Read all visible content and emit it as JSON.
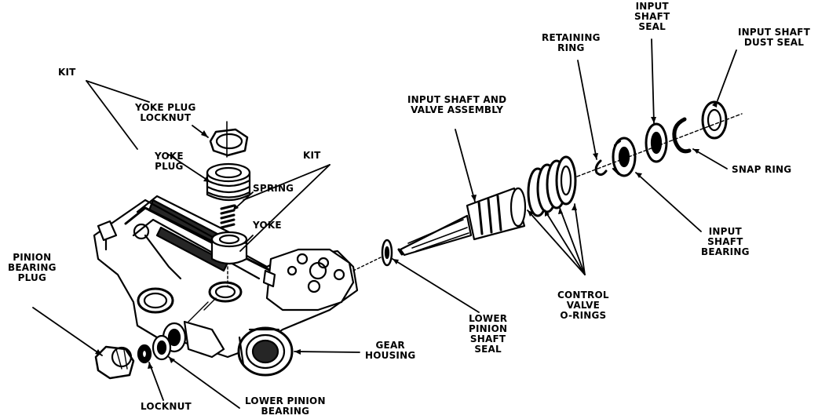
{
  "labels": {
    "kit_1": [
      "KIT"
    ],
    "yoke_plug_locknut": [
      "YOKE PLUG",
      "LOCKNUT"
    ],
    "yoke_plug": [
      "YOKE",
      "PLUG"
    ],
    "kit_2": [
      "KIT"
    ],
    "spring": [
      "SPRING"
    ],
    "yoke": [
      "YOKE"
    ],
    "pinion_bearing_plug": [
      "PINION",
      "BEARING",
      "PLUG"
    ],
    "input_shaft_and_valve_assembly": [
      "INPUT SHAFT AND",
      "VALVE ASSEMBLY"
    ],
    "retaining_ring": [
      "RETAINING",
      "RING"
    ],
    "input_shaft_seal": [
      "INPUT",
      "SHAFT",
      "SEAL"
    ],
    "input_shaft_dust_seal": [
      "INPUT SHAFT",
      "DUST SEAL"
    ],
    "snap_ring": [
      "SNAP RING"
    ],
    "input_shaft_bearing": [
      "INPUT",
      "SHAFT",
      "BEARING"
    ],
    "control_valve_o_rings": [
      "CONTROL",
      "VALVE",
      "O-RINGS"
    ],
    "lower_pinion_shaft_seal": [
      "LOWER",
      "PINION",
      "SHAFT",
      "SEAL"
    ],
    "gear_housing": [
      "GEAR",
      "HOUSING"
    ],
    "locknut": [
      "LOCKNUT"
    ],
    "lower_pinion_bearing": [
      "LOWER PINION",
      "BEARING"
    ]
  }
}
